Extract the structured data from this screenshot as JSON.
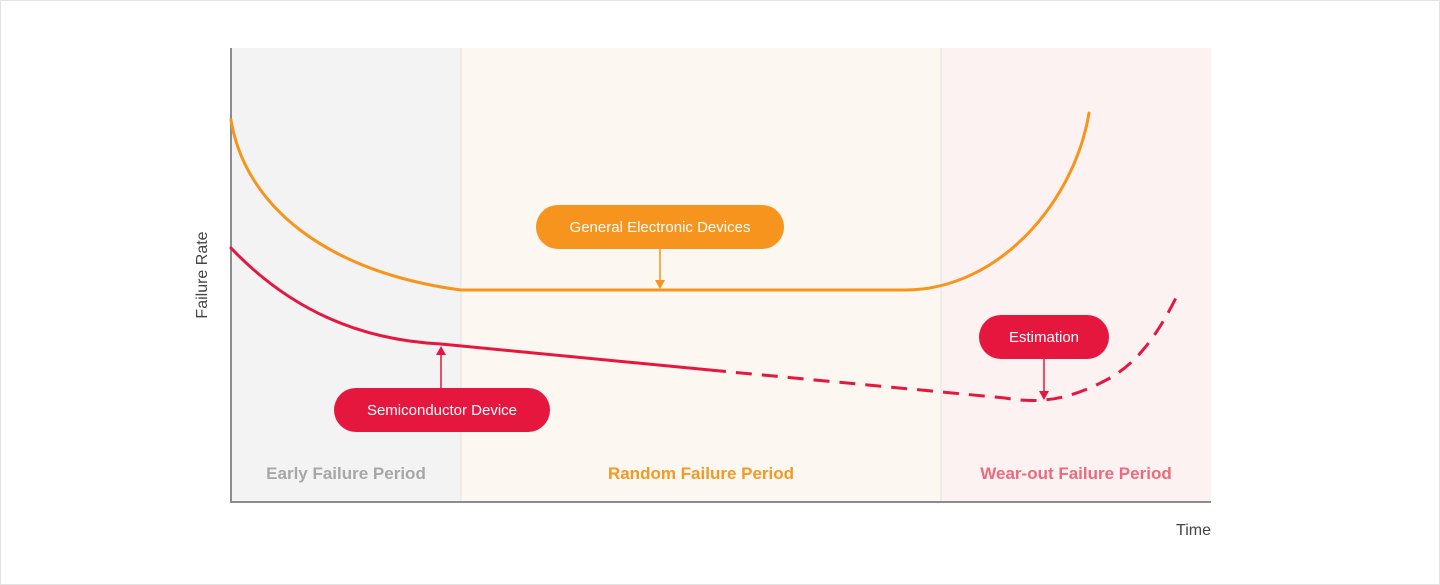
{
  "diagram": {
    "y_axis_label": "Failure Rate",
    "x_axis_label": "Time",
    "periods": [
      {
        "label": "Early Failure Period",
        "color": "#a7a7a7",
        "bg": "#f3f3f3"
      },
      {
        "label": "Random Failure Period",
        "color": "#f29a24",
        "bg": "#fdf7f1"
      },
      {
        "label": "Wear-out Failure Period",
        "color": "#ec6a7e",
        "bg": "#fdf2f2"
      }
    ],
    "callouts": {
      "general": {
        "text": "General Electronic Devices",
        "color": "#f7941d"
      },
      "semiconductor": {
        "text": "Semiconductor Device",
        "color": "#e5173f"
      },
      "estimation": {
        "text": "Estimation",
        "color": "#e5173f"
      }
    },
    "curves": {
      "general_color": "#f7941d",
      "semiconductor_color": "#e5173f"
    }
  }
}
